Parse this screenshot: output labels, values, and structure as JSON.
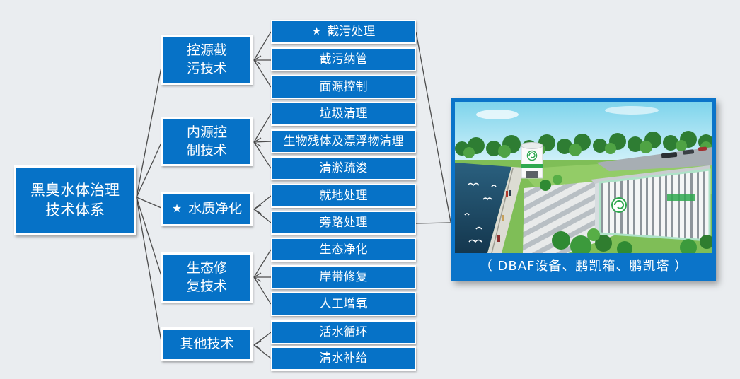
{
  "title": "黑臭水体治理技术体系结构图",
  "colors": {
    "accent_blue": "#0672C7",
    "card_border_blue": "#0B74C9",
    "connector_gray": "#4D4D4D",
    "background": "#EAEDF0"
  },
  "root": {
    "line1": "黑臭水体治理",
    "line2": "技术体系"
  },
  "categories": [
    {
      "line1": "控源截",
      "line2": "污技术"
    },
    {
      "line1": "内源控",
      "line2": "制技术"
    },
    {
      "star": "★",
      "label": "水质净化"
    },
    {
      "line1": "生态修",
      "line2": "复技术"
    },
    {
      "label": "其他技术"
    }
  ],
  "leaves": [
    {
      "star": "★",
      "label": "截污处理"
    },
    {
      "label": "截污纳管"
    },
    {
      "label": "面源控制"
    },
    {
      "label": "垃圾清理"
    },
    {
      "label": "生物残体及漂浮物清理"
    },
    {
      "label": "清淤疏浚"
    },
    {
      "label": "就地处理"
    },
    {
      "label": "旁路处理"
    },
    {
      "label": "生态净化"
    },
    {
      "label": "岸带修复"
    },
    {
      "label": "人工增氧"
    },
    {
      "label": "活水循环"
    },
    {
      "label": "清水补给"
    }
  ],
  "photo": {
    "caption": "（ DBAF设备、鹏凯箱、鹏凯塔 ）",
    "description": "鹏凯环境水处理设施效果图"
  }
}
